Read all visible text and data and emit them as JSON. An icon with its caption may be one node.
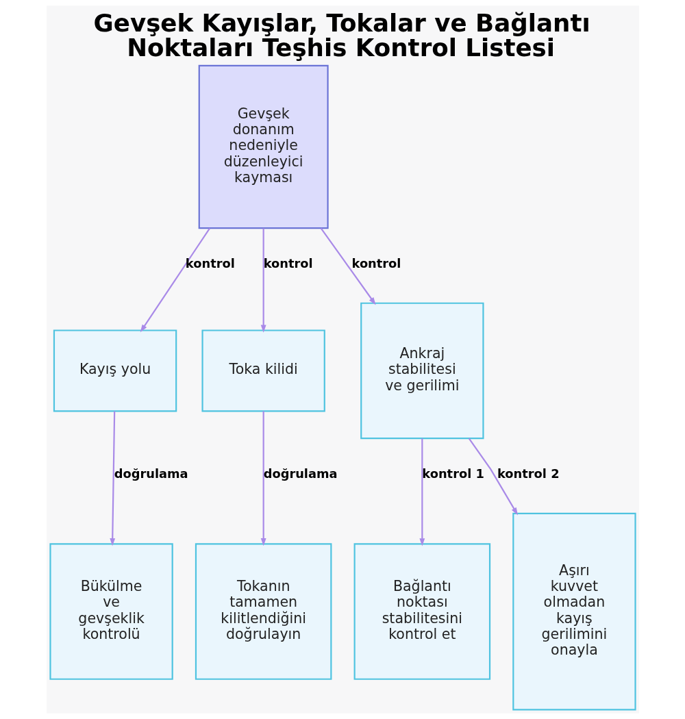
{
  "diagram": {
    "title": "Gevşek Kayışlar, Tokalar ve Bağlantı Noktaları Teşhis Kontrol Listesi",
    "nodes": [
      {
        "text": [
          "Gevşek donanım nedeniyle düzenleyici kayması"
        ]
      },
      {
        "text": [
          "Kayış yolu"
        ]
      },
      {
        "text": [
          "Toka kilidi"
        ]
      },
      {
        "text": [
          "Ankraj stabilitesi ve gerilimi"
        ]
      },
      {
        "text": [
          "Bükülme ve gevşeklik kontrolü"
        ]
      },
      {
        "text": [
          "Tokanın tamamen kilitlendiğini doğrulayın"
        ]
      },
      {
        "text": [
          "Bağlantı noktası stabilitesini kontrol et"
        ]
      },
      {
        "text": [
          "Aşırı kuvvet olmadan kayış gerilimini onayla"
        ]
      }
    ],
    "edges": [
      {
        "from": 0,
        "to": 1,
        "arrow": "to",
        "label": "kontrol"
      },
      {
        "from": 0,
        "to": 2,
        "arrow": "to",
        "label": "kontrol"
      },
      {
        "from": 0,
        "to": 3,
        "arrow": "to",
        "label": "kontrol"
      },
      {
        "from": 1,
        "to": 4,
        "arrow": "to",
        "label": "doğrulama"
      },
      {
        "from": 2,
        "to": 5,
        "arrow": "to",
        "label": "doğrulama"
      },
      {
        "from": 3,
        "to": 6,
        "arrow": "to",
        "label": "kontrol 1"
      },
      {
        "from": 3,
        "to": 7,
        "arrow": "to",
        "label": "kontrol 2"
      }
    ]
  }
}
